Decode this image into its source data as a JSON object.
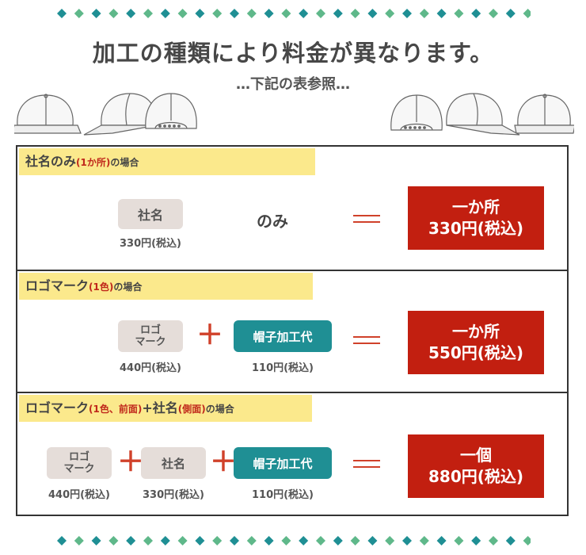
{
  "colors": {
    "dot_dark": "#1f8f94",
    "dot_light": "#5fb88a",
    "band": "#fbe98c",
    "chip": "#e5ddd9",
    "teal": "#1f8f94",
    "red": "#c21f10",
    "accent_red": "#d0412a"
  },
  "header": {
    "title": "加工の種類により料金が異なります。",
    "subtitle": "…下記の表参照…"
  },
  "sections": [
    {
      "band_main": "社名のみ",
      "band_paren": "(1か所)",
      "band_suffix": "の場合",
      "chip1": "社名",
      "chip1_price": "330円(税込)",
      "connector": "のみ",
      "result_line1": "一か所",
      "result_line2": "330円(税込)"
    },
    {
      "band_main": "ロゴマーク",
      "band_paren": "(1色)",
      "band_suffix": "の場合",
      "chip1_line1": "ロゴ",
      "chip1_line2": "マーク",
      "chip1_price": "440円(税込)",
      "plus": "＋",
      "chip2": "帽子加工代",
      "chip2_price": "110円(税込)",
      "result_line1": "一か所",
      "result_line2": "550円(税込)"
    },
    {
      "band_main": "ロゴマーク",
      "band_paren": "(1色、前面)",
      "band_plus": "+社名",
      "band_paren2": "(側面)",
      "band_suffix": "の場合",
      "chip1_line1": "ロゴ",
      "chip1_line2": "マーク",
      "chip1_price": "440円(税込)",
      "plus": "＋",
      "chip2": "社名",
      "chip2_price": "330円(税込)",
      "chip3": "帽子加工代",
      "chip3_price": "110円(税込)",
      "result_line1": "一個",
      "result_line2": "880円(税込)"
    }
  ]
}
